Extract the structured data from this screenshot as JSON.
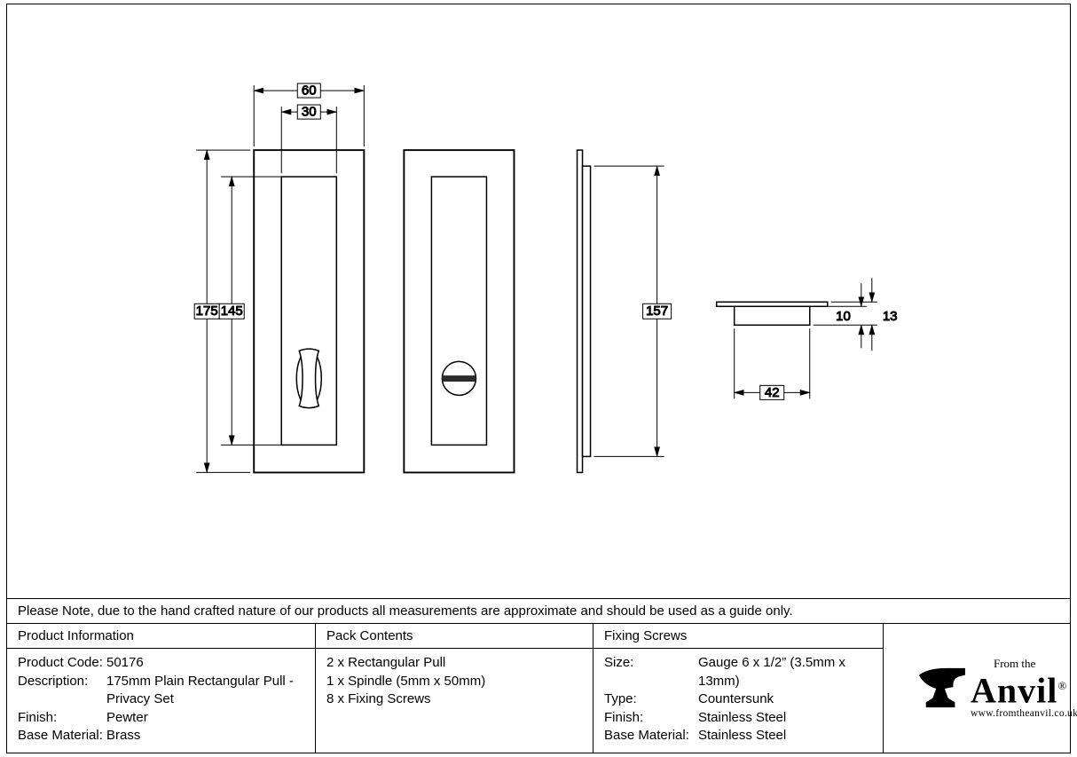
{
  "note": "Please Note, due to the hand crafted nature of our products all measurements are approximate and should be used as a guide only.",
  "drawing": {
    "dims": {
      "outer_width": "60",
      "inner_width": "30",
      "outer_height": "175",
      "inner_height": "145",
      "side_height": "157",
      "depth_inner": "10",
      "depth_total": "13",
      "body_width": "42"
    }
  },
  "table": {
    "product_information": {
      "header": "Product Information",
      "rows": [
        {
          "label": "Product Code:",
          "value": "50176"
        },
        {
          "label": "Description:",
          "value": "175mm Plain Rectangular Pull -"
        },
        {
          "label": "",
          "value": "Privacy Set"
        },
        {
          "label": "Finish:",
          "value": "Pewter"
        },
        {
          "label": "Base Material:",
          "value": "Brass"
        }
      ]
    },
    "pack_contents": {
      "header": "Pack Contents",
      "items": [
        "2 x Rectangular Pull",
        "1 x Spindle (5mm x 50mm)",
        "8 x Fixing Screws"
      ]
    },
    "fixing_screws": {
      "header": "Fixing Screws",
      "rows": [
        {
          "label": "Size:",
          "value": "Gauge 6 x 1/2” (3.5mm x 13mm)"
        },
        {
          "label": "Type:",
          "value": "Countersunk"
        },
        {
          "label": "Finish:",
          "value": "Stainless Steel"
        },
        {
          "label": "Base Material:",
          "value": "Stainless Steel"
        }
      ]
    },
    "brand": {
      "from_the": "From the",
      "name": "Anvil",
      "registered": "®",
      "url": "www.fromtheanvil.co.uk"
    }
  }
}
